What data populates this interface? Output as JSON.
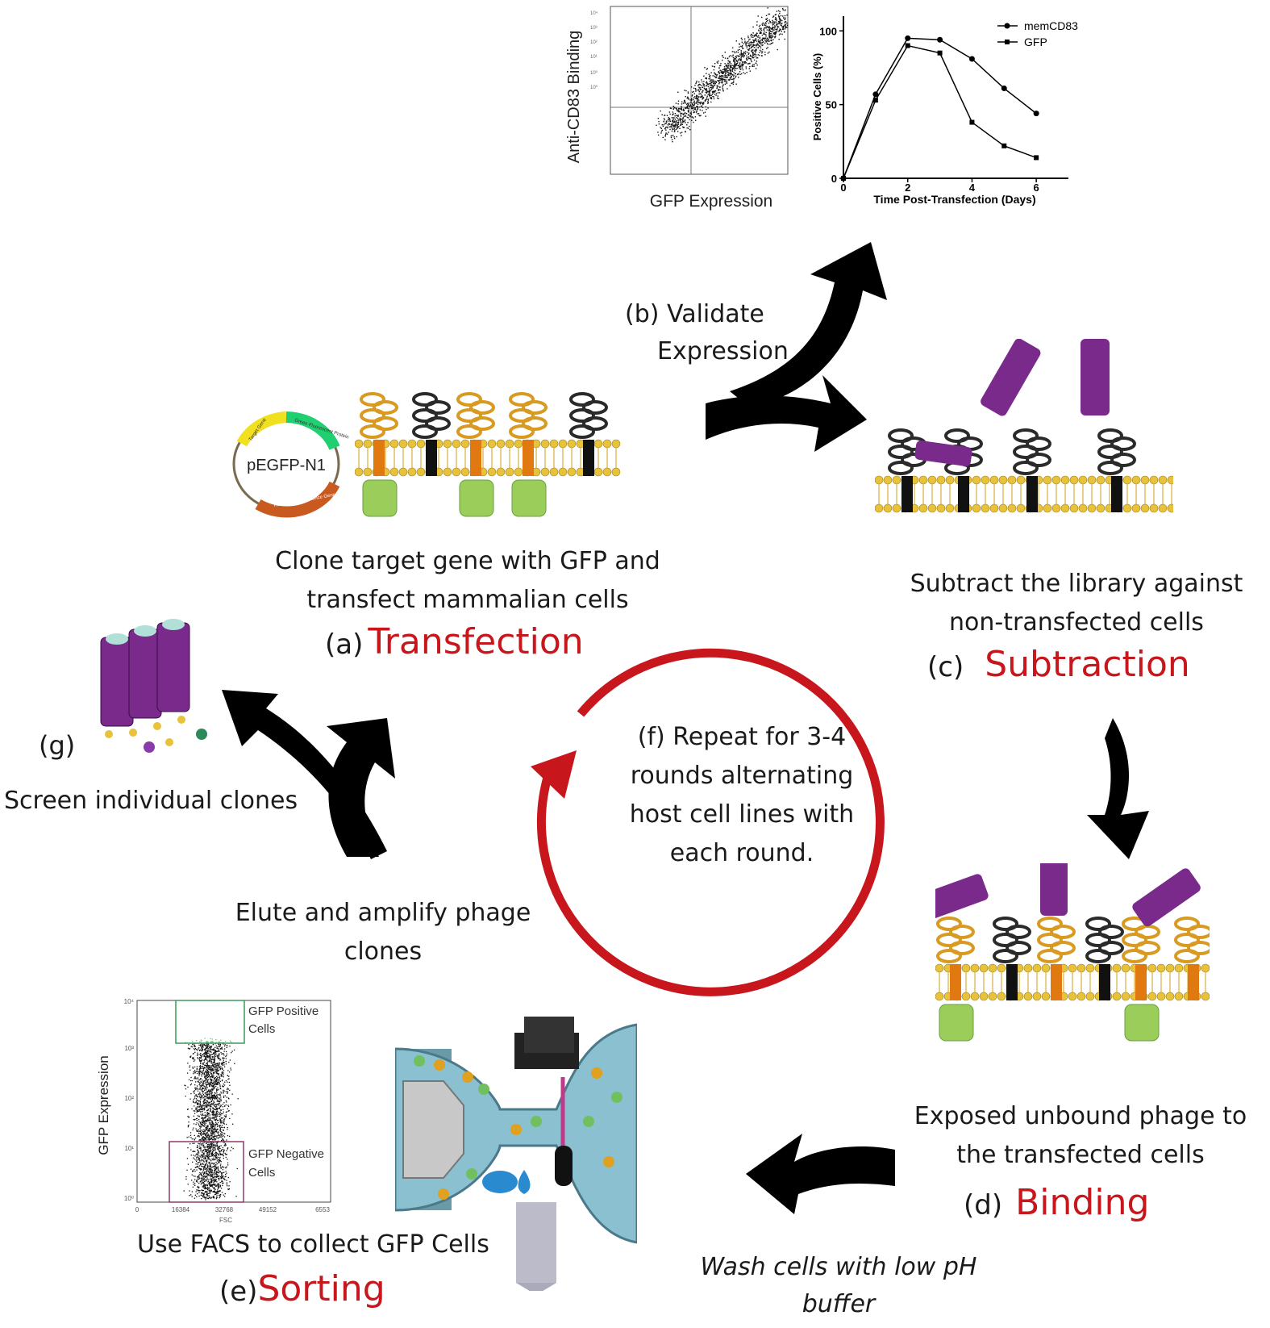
{
  "top_scatter": {
    "ylabel": "Anti-CD83 Binding",
    "xlabel": "GFP Expression"
  },
  "chart_data": [
    {
      "type": "line",
      "xlabel": "Time Post-Transfection (Days)",
      "ylabel": "Positive Cells (%)",
      "xlim": [
        0,
        7
      ],
      "ylim": [
        0,
        110
      ],
      "xticks": [
        "0",
        "2",
        "4",
        "6"
      ],
      "yticks": [
        "0",
        "50",
        "100"
      ],
      "x": [
        0,
        1,
        2,
        3,
        4,
        5,
        6
      ],
      "series": [
        {
          "name": "memCD83",
          "marker": "circle",
          "values": [
            0,
            57,
            95,
            94,
            81,
            61,
            44
          ]
        },
        {
          "name": "GFP",
          "marker": "square",
          "values": [
            0,
            53,
            90,
            85,
            38,
            22,
            14
          ]
        }
      ],
      "legend": "top-right"
    },
    {
      "type": "scatter",
      "ylabel": "GFP Expression",
      "xlabel": "FSC",
      "xticks": [
        "0",
        "16384",
        "32768",
        "49152",
        "6553"
      ],
      "yticks": [
        "10⁰",
        "10¹",
        "10²",
        "10³",
        "10⁴"
      ],
      "gates": [
        "GFP Positive Cells",
        "GFP Negative Cells"
      ]
    }
  ],
  "plasmid": {
    "name": "pEGFP-N1",
    "segments": [
      "Target Gene",
      "Green Fluorescent Protein",
      "Kanamycin Resistance Gene"
    ]
  },
  "steps": {
    "a": {
      "desc_line1": "Clone target gene with GFP and",
      "desc_line2": "transfect mammalian cells",
      "label": "(a)",
      "name": "Transfection"
    },
    "b": {
      "label": "(b)",
      "line1": "Validate",
      "line2": "Expression"
    },
    "c": {
      "desc_line1": "Subtract the library against",
      "desc_line2": "non-transfected cells",
      "label": "(c)",
      "name": "Subtraction"
    },
    "d": {
      "desc_line1": "Exposed unbound phage to",
      "desc_line2": "the transfected cells",
      "label": "(d)",
      "name": "Binding"
    },
    "e": {
      "desc": "Use FACS to collect GFP Cells",
      "label": "(e)",
      "name": "Sorting"
    },
    "f": {
      "label": "(f)",
      "line1": "Repeat for 3-4",
      "line2": "rounds alternating",
      "line3": "host cell lines with",
      "line4": "each round."
    },
    "g": {
      "label": "(g)",
      "desc": "Screen individual clones"
    }
  },
  "elute": {
    "line1": "Elute and amplify phage",
    "line2": "clones"
  },
  "wash": {
    "line1": "Wash cells with low pH",
    "line2": "buffer"
  },
  "colors": {
    "accent_red": "#c8161d",
    "membrane": "#e8c23a",
    "phage": "#7a2a8a",
    "gfp": "#9acd5a",
    "arrow": "#000000"
  }
}
